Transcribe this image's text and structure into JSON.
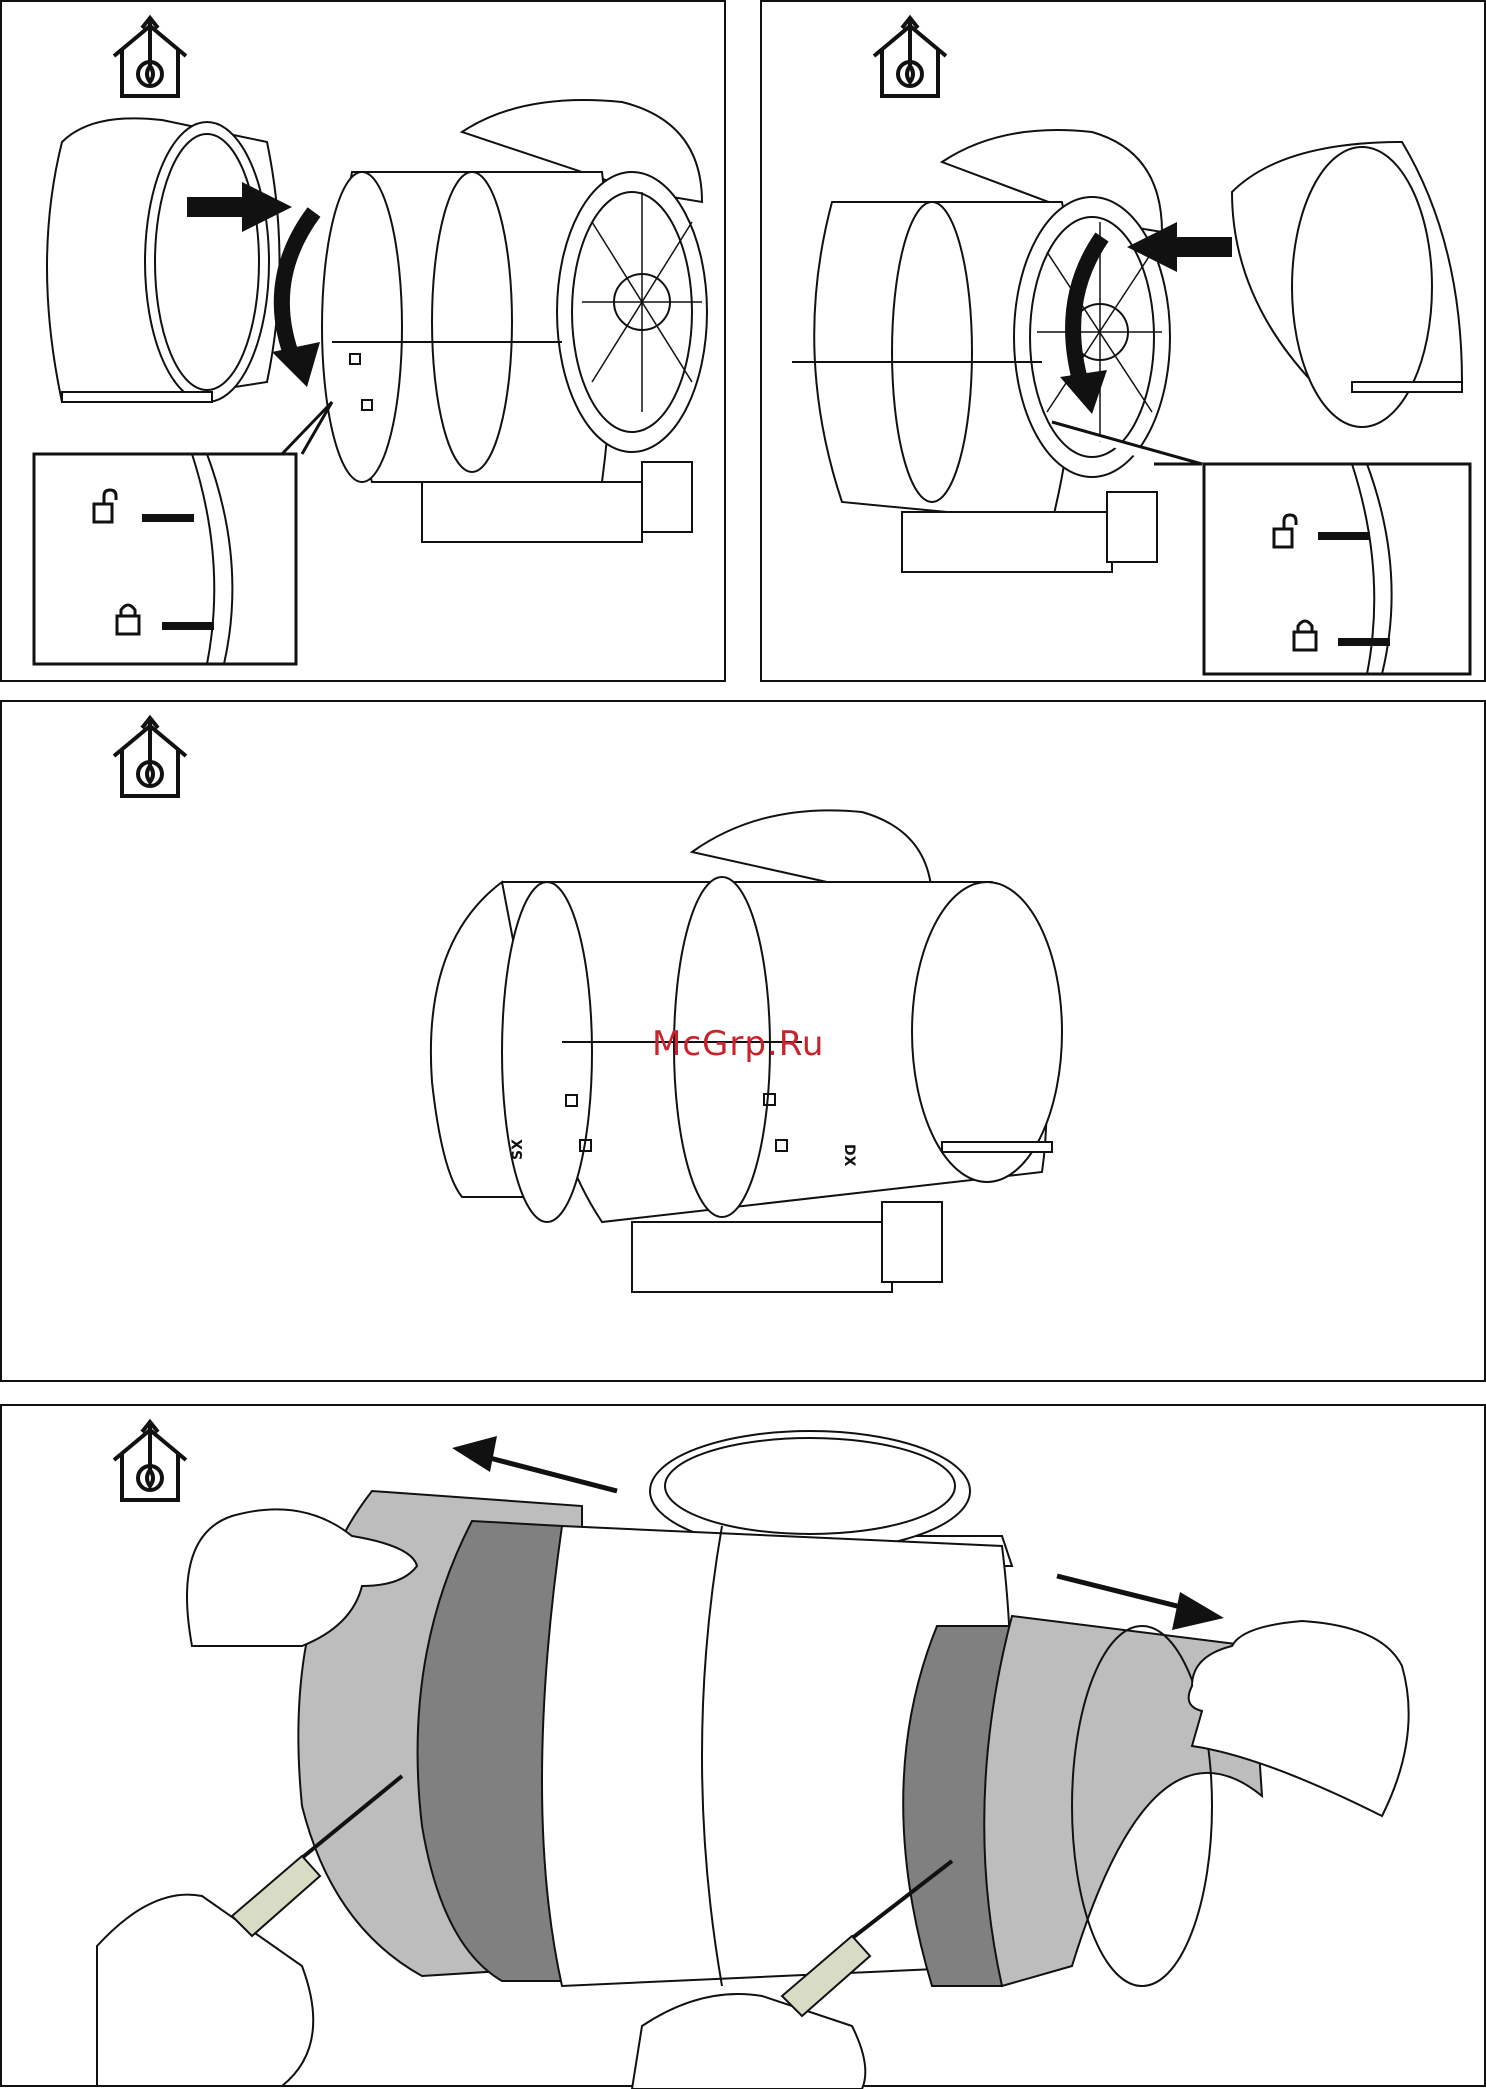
{
  "watermark": {
    "text": "McGrp.Ru",
    "color": "#c8232c"
  },
  "colors": {
    "line": "#111111",
    "shade_light": "#bdbdbd",
    "shade_dark": "#808080",
    "handle": "#d9dcc4"
  },
  "icons": {
    "mode": "house-recirculation-icon"
  },
  "markings": {
    "left_side": "SX",
    "right_side": "DX"
  },
  "panels": [
    {
      "id": "step-1",
      "action": "attach-left-cover-rotate-lock"
    },
    {
      "id": "step-2",
      "action": "attach-right-cover-rotate-lock"
    },
    {
      "id": "step-3",
      "action": "covers-mounted"
    },
    {
      "id": "step-4",
      "action": "install-cover-wrap-with-screwdriver"
    }
  ]
}
